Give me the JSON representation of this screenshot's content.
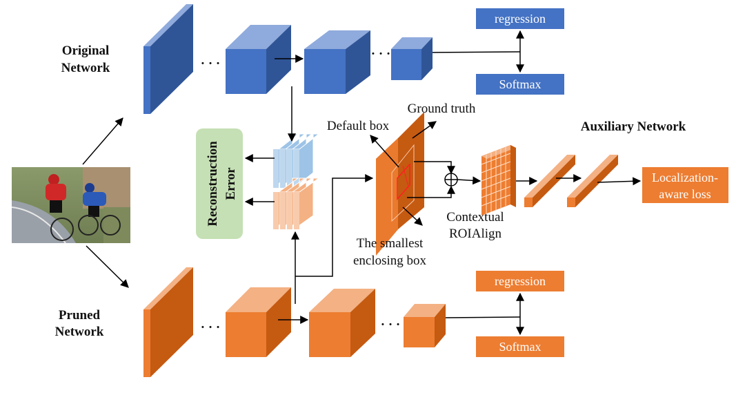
{
  "labels": {
    "original_line1": "Original",
    "original_line2": "Network",
    "pruned_line1": "Pruned",
    "pruned_line2": "Network",
    "regression_top": "regression",
    "softmax_top": "Softmax",
    "regression_bottom": "regression",
    "softmax_bottom": "Softmax",
    "reconstruction_line1": "Reconstruction",
    "reconstruction_line2": "Error",
    "ground_truth": "Ground truth",
    "default_box": "Default box",
    "smallest_line1": "The smallest",
    "smallest_line2": "enclosing box",
    "contextual_line1": "Contextual",
    "contextual_line2": "ROIAlign",
    "auxiliary_network": "Auxiliary Network",
    "loss_line1": "Localization-",
    "loss_line2": "aware loss",
    "dots": "· · ·"
  },
  "colors": {
    "blue_front": "#4472c4",
    "blue_top": "#8faadc",
    "blue_side": "#2f5597",
    "orange_front": "#ed7d31",
    "orange_top": "#f4b183",
    "orange_side": "#c55a11",
    "recon_fill": "#c5e0b4",
    "blue_label_box": "#4472c4",
    "orange_label_box": "#ed7d31"
  },
  "icons": {
    "input_image": "cyclists-photo",
    "sum_node": "circled-plus-icon"
  }
}
